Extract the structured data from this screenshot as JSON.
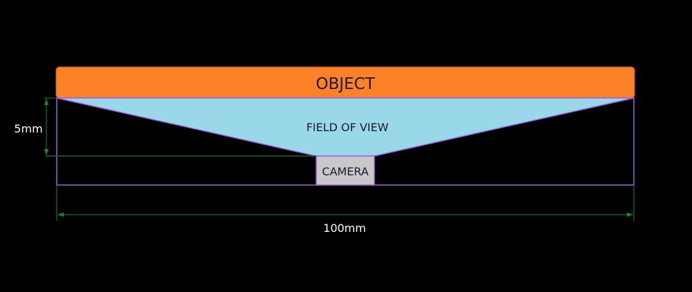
{
  "labels": {
    "object": "OBJECT",
    "field_of_view": "FIELD OF VIEW",
    "camera": "CAMERA",
    "height_dimension": "5mm",
    "width_dimension": "100mm"
  },
  "colors": {
    "background": "#000000",
    "object": "#fd8127",
    "field_of_view": "#98d8e8",
    "camera": "#c8c8c8",
    "outline": "#a060e0",
    "dimension": "#118c2a",
    "dimension_text": "#ffffff"
  }
}
